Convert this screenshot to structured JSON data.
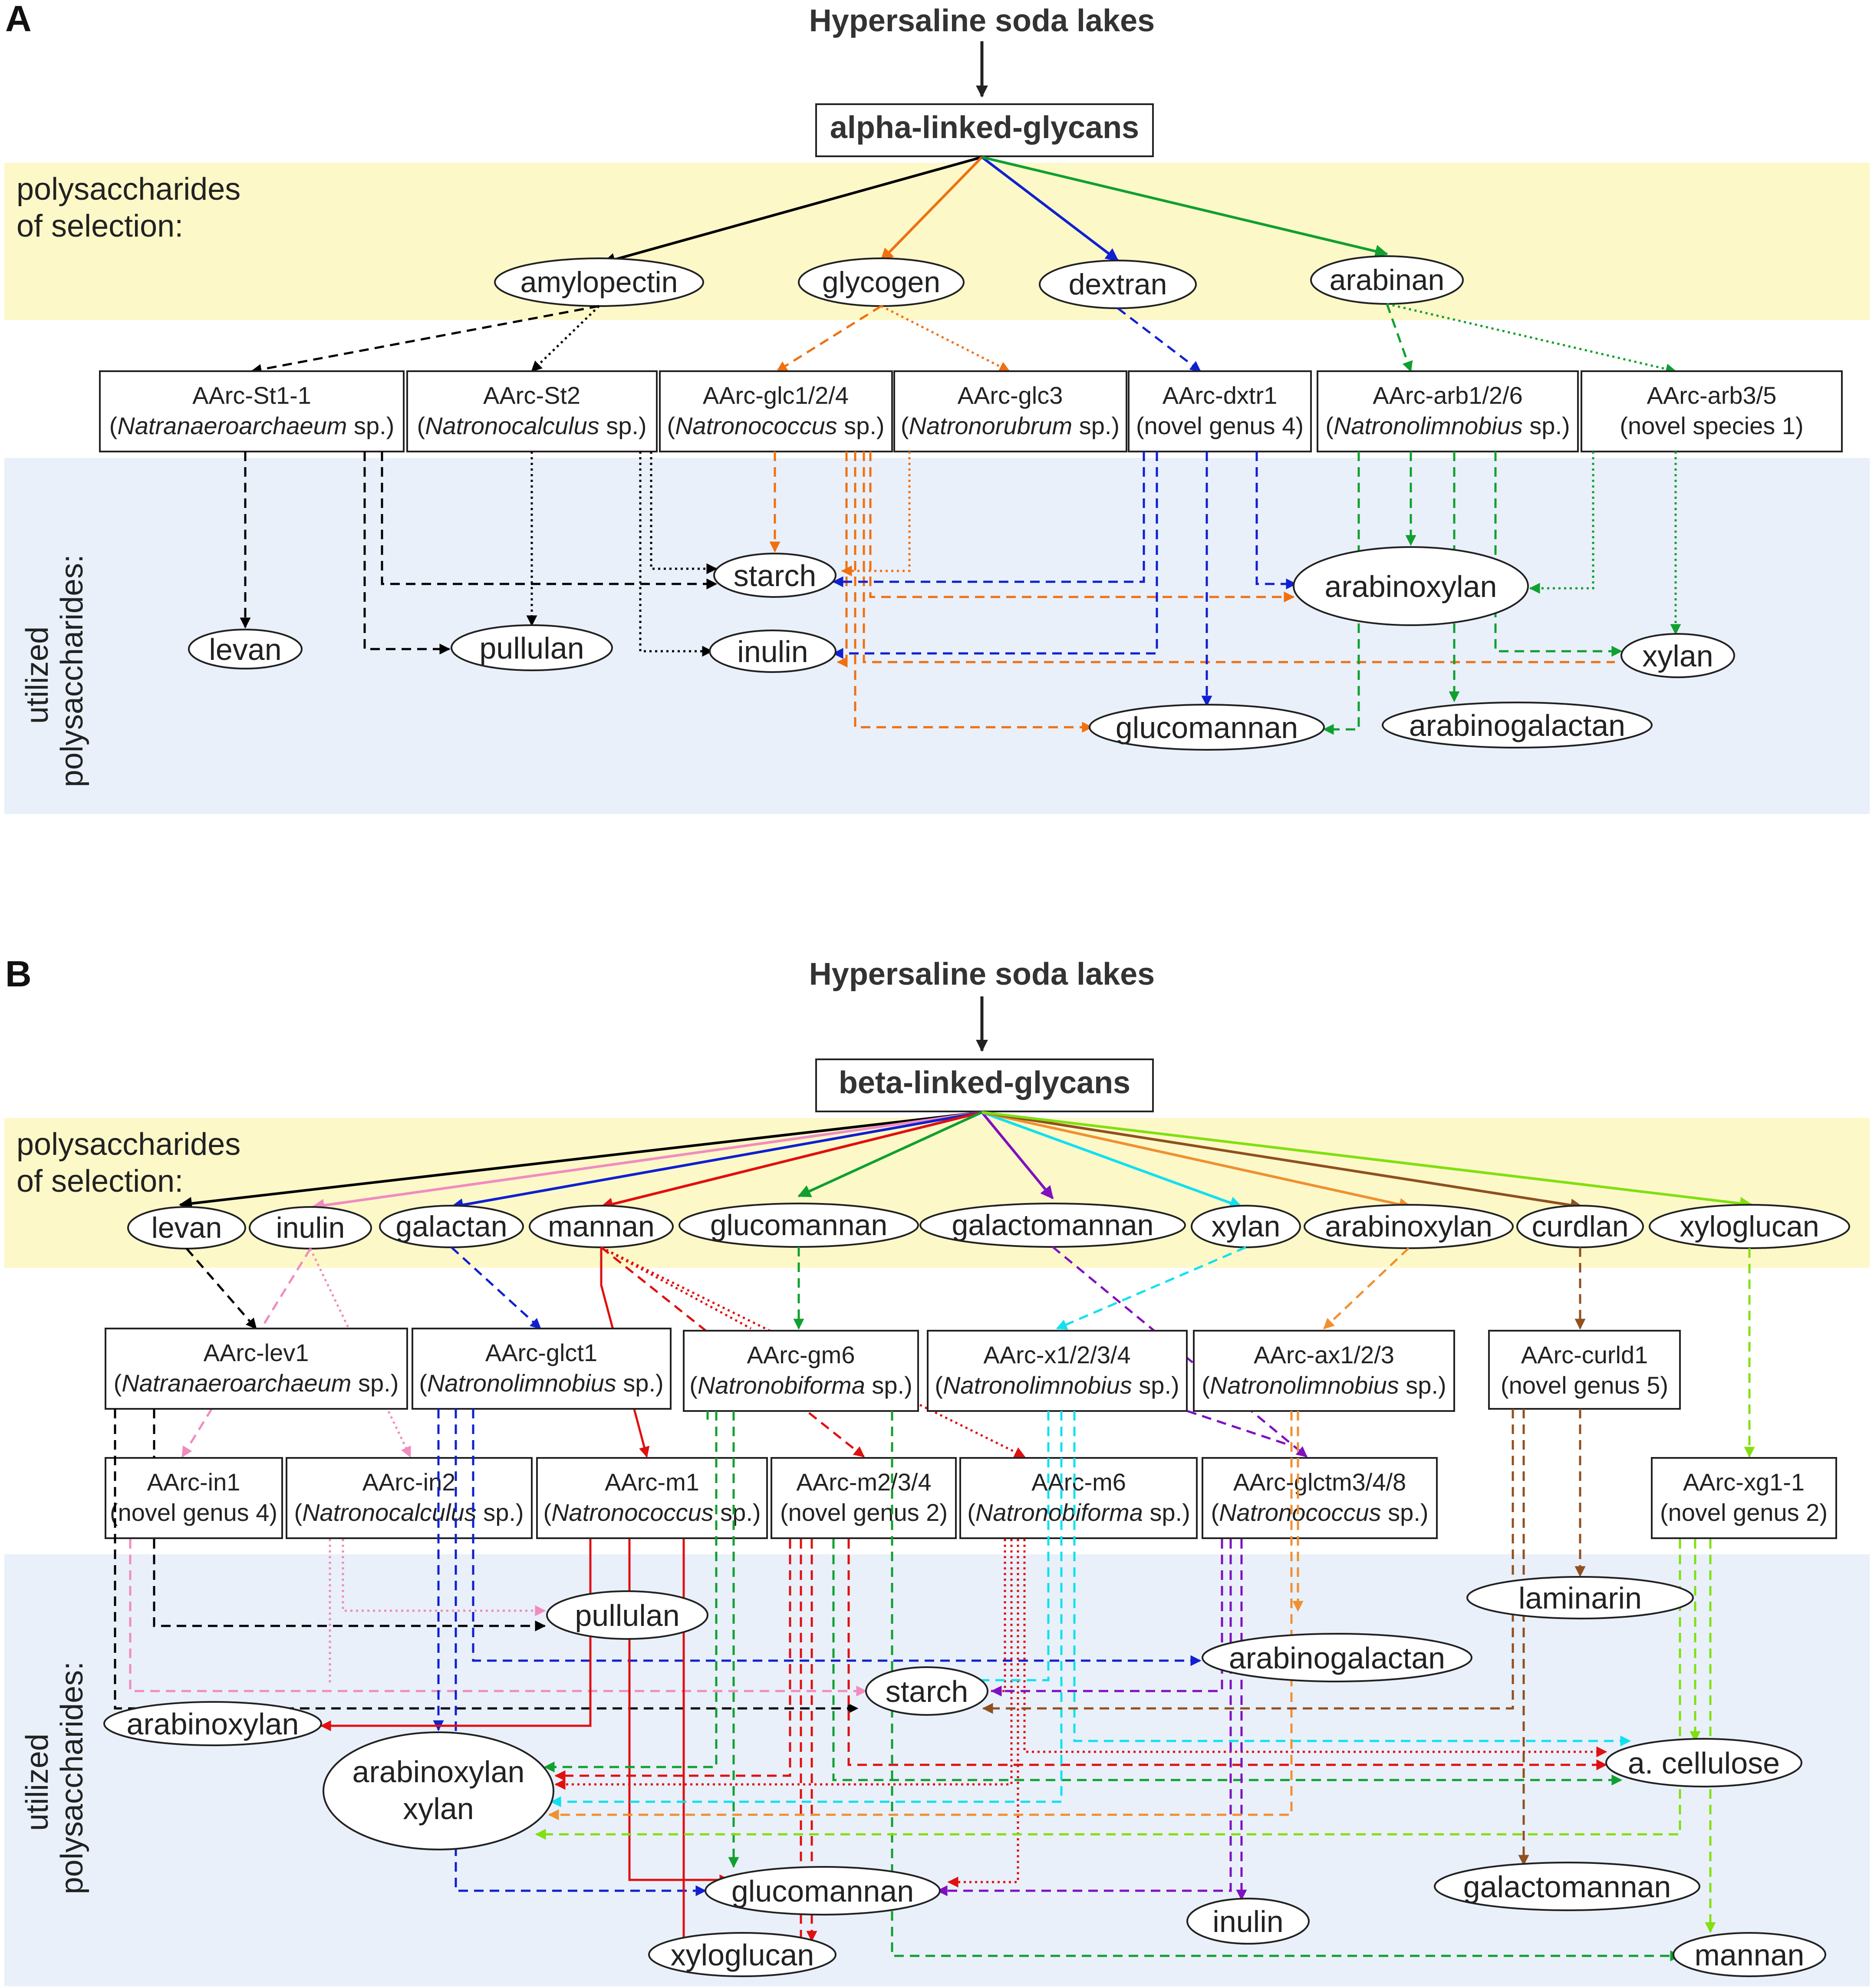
{
  "panel_a": {
    "letter": "A",
    "source": "Hypersaline soda lakes",
    "glycan": "alpha-linked-glycans",
    "band_selection": [
      "polysaccharides",
      "of selection:"
    ],
    "band_utilized": [
      "utilized",
      "polysaccharides:"
    ],
    "selection": [
      {
        "id": "amylopectin",
        "label": "amylopectin",
        "color": "#000000"
      },
      {
        "id": "glycogen",
        "label": "glycogen",
        "color": "#f07010"
      },
      {
        "id": "dextran",
        "label": "dextran",
        "color": "#1020d0"
      },
      {
        "id": "arabinan",
        "label": "arabinan",
        "color": "#10a030"
      }
    ],
    "strains": [
      {
        "id": "st1",
        "name": "AArc-St1-1",
        "taxon": "Natranaeroarchaeum",
        "suffix": " sp.)"
      },
      {
        "id": "st2",
        "name": "AArc-St2",
        "taxon": "Natronocalculus",
        "suffix": " sp.)"
      },
      {
        "id": "glc124",
        "name": "AArc-glc1/2/4",
        "taxon": "Natronococcus",
        "suffix": " sp.)"
      },
      {
        "id": "glc3",
        "name": "AArc-glc3",
        "taxon": "Natronorubrum",
        "suffix": " sp.)"
      },
      {
        "id": "dxtr1",
        "name": "AArc-dxtr1",
        "taxon": "",
        "suffix": "(novel genus 4)"
      },
      {
        "id": "arb126",
        "name": "AArc-arb1/2/6",
        "taxon": "Natronolimnobius",
        "suffix": " sp.)"
      },
      {
        "id": "arb35",
        "name": "AArc-arb3/5",
        "taxon": "",
        "suffix": "(novel species 1)"
      }
    ],
    "utilized": [
      {
        "id": "starch",
        "label": "starch"
      },
      {
        "id": "arabinoxylan",
        "label": "arabinoxylan"
      },
      {
        "id": "levan",
        "label": "levan"
      },
      {
        "id": "pullulan",
        "label": "pullulan"
      },
      {
        "id": "inulin",
        "label": "inulin"
      },
      {
        "id": "xylan",
        "label": "xylan"
      },
      {
        "id": "glucomannan",
        "label": "glucomannan"
      },
      {
        "id": "arabinogalactan",
        "label": "arabinogalactan"
      }
    ]
  },
  "panel_b": {
    "letter": "B",
    "source": "Hypersaline soda lakes",
    "glycan": "beta-linked-glycans",
    "band_selection": [
      "polysaccharides",
      "of selection:"
    ],
    "band_utilized": [
      "utilized",
      "polysaccharides:"
    ],
    "selection": [
      {
        "id": "levan",
        "label": "levan",
        "color": "#000000"
      },
      {
        "id": "inulin",
        "label": "inulin",
        "color": "#f08cc0"
      },
      {
        "id": "galactan",
        "label": "galactan",
        "color": "#1020d0"
      },
      {
        "id": "mannan",
        "label": "mannan",
        "color": "#e01010"
      },
      {
        "id": "glucomannan",
        "label": "glucomannan",
        "color": "#10a030"
      },
      {
        "id": "galactomannan",
        "label": "galactomannan",
        "color": "#8010c0"
      },
      {
        "id": "xylan",
        "label": "xylan",
        "color": "#10e0f0"
      },
      {
        "id": "arabinoxylan",
        "label": "arabinoxylan",
        "color": "#f09030"
      },
      {
        "id": "curdlan",
        "label": "curdlan",
        "color": "#905020"
      },
      {
        "id": "xyloglucan",
        "label": "xyloglucan",
        "color": "#80e010"
      }
    ],
    "strains_row1": [
      {
        "id": "lev1",
        "name": "AArc-lev1",
        "taxon": "Natranaeroarchaeum",
        "suffix": " sp.)"
      },
      {
        "id": "glct1",
        "name": "AArc-glct1",
        "taxon": "Natronolimnobius",
        "suffix": " sp.)"
      },
      {
        "id": "gm6",
        "name": "AArc-gm6",
        "taxon": "Natronobiforma",
        "suffix": " sp.)"
      },
      {
        "id": "x1234",
        "name": "AArc-x1/2/3/4",
        "taxon": "Natronolimnobius",
        "suffix": " sp.)"
      },
      {
        "id": "ax123",
        "name": "AArc-ax1/2/3",
        "taxon": "Natronolimnobius",
        "suffix": " sp.)"
      },
      {
        "id": "curld1",
        "name": "AArc-curld1",
        "taxon": "",
        "suffix": "(novel genus 5)"
      }
    ],
    "strains_row2": [
      {
        "id": "in1",
        "name": "AArc-in1",
        "taxon": "",
        "suffix": "(novel genus 4)"
      },
      {
        "id": "in2",
        "name": "AArc-in2",
        "taxon": "Natronocalculus",
        "suffix": " sp.)"
      },
      {
        "id": "m1",
        "name": "AArc-m1",
        "taxon": "Natronococcus",
        "suffix": " sp.)"
      },
      {
        "id": "m234",
        "name": "AArc-m2/3/4",
        "taxon": "",
        "suffix": "(novel genus 2)"
      },
      {
        "id": "m6",
        "name": "AArc-m6",
        "taxon": "Natronobiforma",
        "suffix": " sp.)"
      },
      {
        "id": "glctm348",
        "name": "AArc-glctm3/4/8",
        "taxon": "Natronococcus",
        "suffix": " sp.)"
      },
      {
        "id": "xg11",
        "name": "AArc-xg1-1",
        "taxon": "",
        "suffix": "(novel genus 2)"
      }
    ],
    "utilized": [
      {
        "id": "pullulan",
        "label": "pullulan"
      },
      {
        "id": "laminarin",
        "label": "laminarin"
      },
      {
        "id": "arabinogalactan",
        "label": "arabinogalactan"
      },
      {
        "id": "starch",
        "label": "starch"
      },
      {
        "id": "arabinoxylan",
        "label": "arabinoxylan"
      },
      {
        "id": "axylan",
        "label": "arabinoxylan",
        "label2": "xylan"
      },
      {
        "id": "acellulose",
        "label": "a. cellulose"
      },
      {
        "id": "glucomannan",
        "label": "glucomannan"
      },
      {
        "id": "galactomannan",
        "label": "galactomannan"
      },
      {
        "id": "inulin",
        "label": "inulin"
      },
      {
        "id": "xyloglucan",
        "label": "xyloglucan"
      },
      {
        "id": "mannan",
        "label": "mannan"
      }
    ]
  }
}
